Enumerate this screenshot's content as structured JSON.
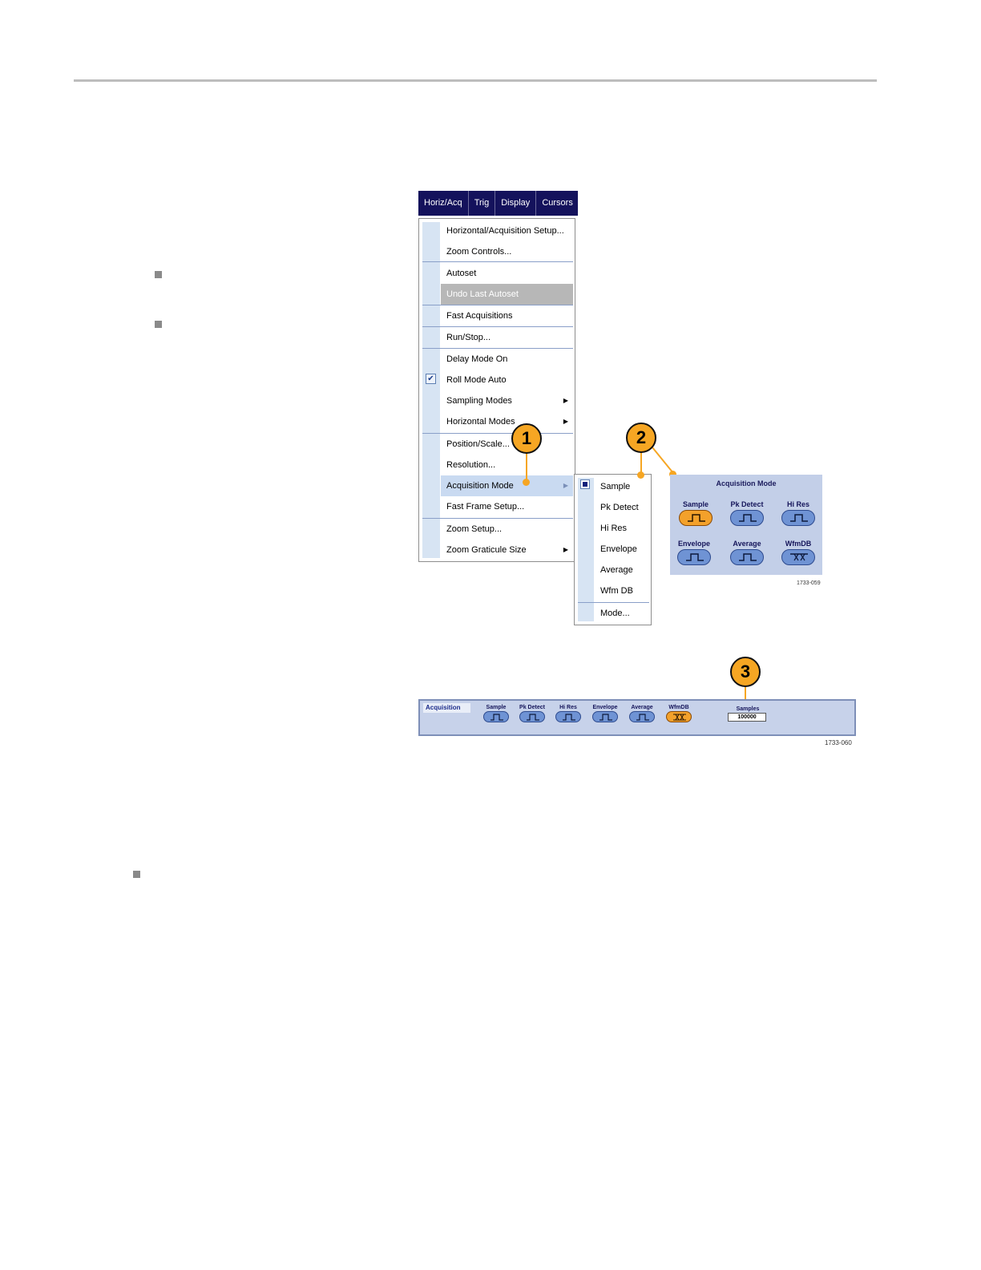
{
  "menubar": {
    "tabs": [
      "Horiz/Acq",
      "Trig",
      "Display",
      "Cursors"
    ]
  },
  "dropdown": {
    "items": [
      "Horizontal/Acquisition Setup...",
      "Zoom Controls...",
      "Autoset",
      "Undo Last Autoset",
      "Fast Acquisitions",
      "Run/Stop...",
      "Delay Mode On",
      "Roll Mode Auto",
      "Sampling Modes",
      "Horizontal Modes",
      "Position/Scale...",
      "Resolution...",
      "Acquisition Mode",
      "Fast Frame Setup...",
      "Zoom Setup...",
      "Zoom Graticule Size"
    ]
  },
  "submenu": {
    "items": [
      "Sample",
      "Pk Detect",
      "Hi Res",
      "Envelope",
      "Average",
      "Wfm DB",
      "Mode..."
    ]
  },
  "callouts": [
    "1",
    "2",
    "3"
  ],
  "acq_panel": {
    "title": "Acquisition Mode",
    "buttons": [
      "Sample",
      "Pk Detect",
      "Hi Res",
      "Envelope",
      "Average",
      "WfmDB"
    ],
    "figure_number": "1733-059"
  },
  "acq_bar": {
    "tag": "Acquisition",
    "buttons": [
      "Sample",
      "Pk Detect",
      "Hi Res",
      "Envelope",
      "Average",
      "WfmDB"
    ],
    "samples_label": "Samples",
    "samples_value": "100000",
    "figure_number": "1733-060"
  },
  "colors": {
    "menubar": "#14125c",
    "callout": "#f6a623",
    "highlight": "#c9daf1",
    "panel": "#c3cfe8"
  }
}
